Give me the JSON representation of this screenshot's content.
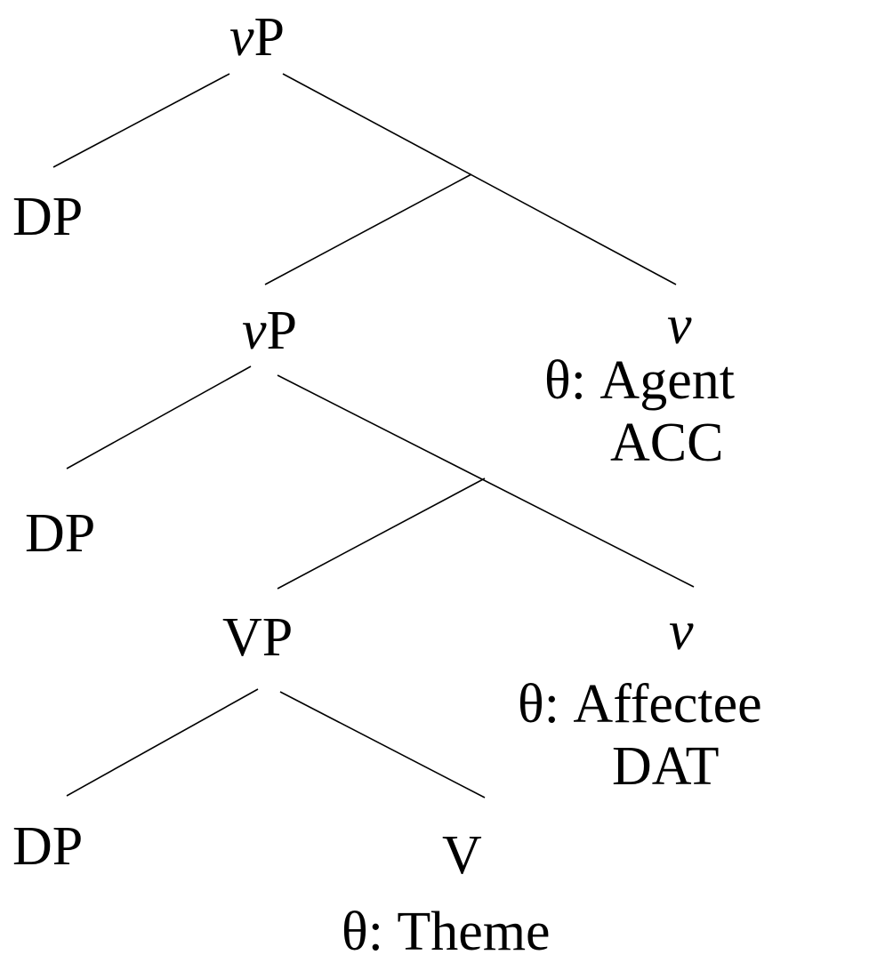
{
  "nodes": {
    "root": {
      "head": "v",
      "label": "P"
    },
    "dp_top": {
      "label": "DP"
    },
    "vP_mid": {
      "head": "v",
      "label": "P"
    },
    "v_top": {
      "label": "v",
      "theta": "θ: Agent",
      "case": "ACC"
    },
    "dp_mid": {
      "label": "DP"
    },
    "vp": {
      "label": "VP"
    },
    "v_mid": {
      "label": "v",
      "theta": "θ: Affectee",
      "case": "DAT"
    },
    "dp_low": {
      "label": "DP"
    },
    "verb": {
      "label": "V",
      "theta": "θ: Theme"
    }
  }
}
